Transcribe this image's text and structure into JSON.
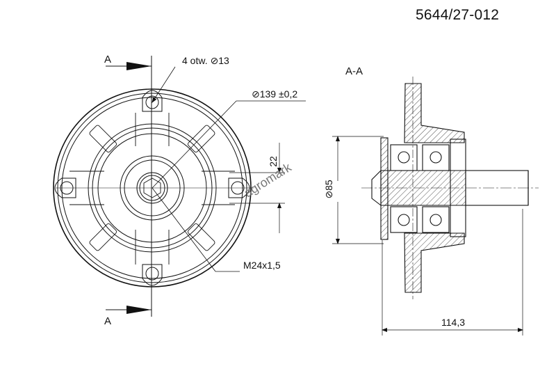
{
  "part_number": "5644/27-012",
  "watermark": "agromark",
  "section": {
    "title": "A-A",
    "cut_label_top": "A",
    "cut_label_bottom": "A"
  },
  "dimensions": {
    "holes": "4  otw. ⊘13",
    "bolt_circle": "⊘139 ±0,2",
    "offset": "22",
    "thread": "M24x1,5",
    "bore_diameter": "⊘85",
    "overall_length": "114,3"
  }
}
